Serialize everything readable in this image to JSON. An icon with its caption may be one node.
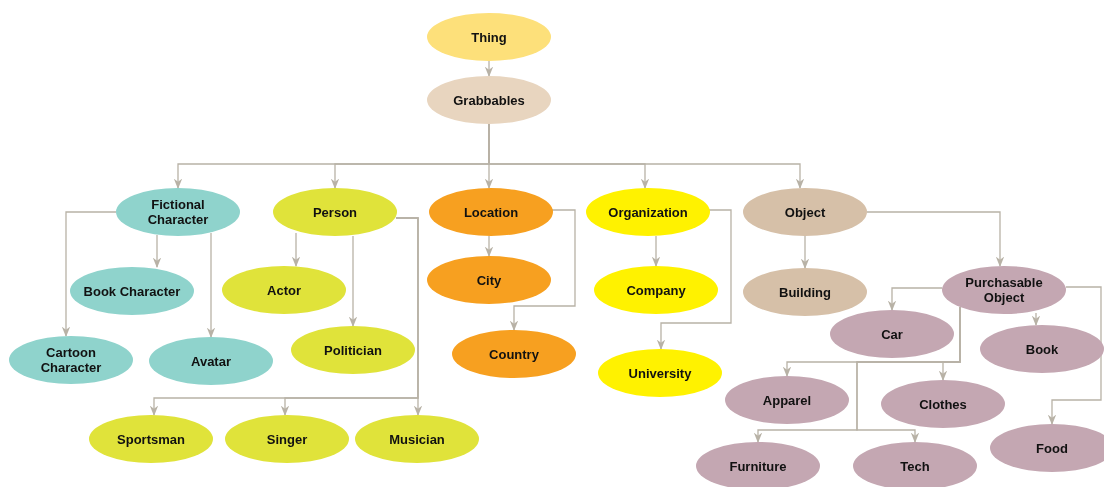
{
  "diagram": {
    "nodes": [
      {
        "text": [
          "Thing"
        ]
      },
      {
        "text": [
          "Grabbables"
        ]
      },
      {
        "text": [
          "Fictional Character"
        ]
      },
      {
        "text": [
          "Person"
        ]
      },
      {
        "text": [
          "Location"
        ]
      },
      {
        "text": [
          "Organization"
        ]
      },
      {
        "text": [
          "Object"
        ]
      },
      {
        "text": [
          "Book Character"
        ]
      },
      {
        "text": [
          "Cartoon Character"
        ]
      },
      {
        "text": [
          "Avatar"
        ]
      },
      {
        "text": [
          "Actor"
        ]
      },
      {
        "text": [
          "Politician"
        ]
      },
      {
        "text": [
          "Sportsman"
        ]
      },
      {
        "text": [
          "Singer"
        ]
      },
      {
        "text": [
          "Musician"
        ]
      },
      {
        "text": [
          "City"
        ]
      },
      {
        "text": [
          "Country"
        ]
      },
      {
        "text": [
          "Company"
        ]
      },
      {
        "text": [
          "University"
        ]
      },
      {
        "text": [
          "Building"
        ]
      },
      {
        "text": [
          "Purchasable Object"
        ]
      },
      {
        "text": [
          "Car"
        ]
      },
      {
        "text": [
          "Book"
        ]
      },
      {
        "text": [
          "Apparel"
        ]
      },
      {
        "text": [
          "Clothes"
        ]
      },
      {
        "text": [
          "Furniture"
        ]
      },
      {
        "text": [
          "Tech"
        ]
      },
      {
        "text": [
          "Food"
        ]
      }
    ],
    "edges": [
      {
        "from": 0,
        "to": 1,
        "arrow": "to"
      },
      {
        "from": 1,
        "to": 2,
        "arrow": "to"
      },
      {
        "from": 1,
        "to": 3,
        "arrow": "to"
      },
      {
        "from": 1,
        "to": 4,
        "arrow": "to"
      },
      {
        "from": 1,
        "to": 5,
        "arrow": "to"
      },
      {
        "from": 1,
        "to": 6,
        "arrow": "to"
      },
      {
        "from": 2,
        "to": 7,
        "arrow": "to"
      },
      {
        "from": 2,
        "to": 8,
        "arrow": "to"
      },
      {
        "from": 2,
        "to": 9,
        "arrow": "to"
      },
      {
        "from": 3,
        "to": 10,
        "arrow": "to"
      },
      {
        "from": 3,
        "to": 11,
        "arrow": "to"
      },
      {
        "from": 3,
        "to": 12,
        "arrow": "to"
      },
      {
        "from": 3,
        "to": 13,
        "arrow": "to"
      },
      {
        "from": 3,
        "to": 14,
        "arrow": "to"
      },
      {
        "from": 4,
        "to": 15,
        "arrow": "to"
      },
      {
        "from": 4,
        "to": 16,
        "arrow": "to"
      },
      {
        "from": 5,
        "to": 17,
        "arrow": "to"
      },
      {
        "from": 5,
        "to": 18,
        "arrow": "to"
      },
      {
        "from": 6,
        "to": 19,
        "arrow": "to"
      },
      {
        "from": 6,
        "to": 20,
        "arrow": "to"
      },
      {
        "from": 20,
        "to": 21,
        "arrow": "to"
      },
      {
        "from": 20,
        "to": 22,
        "arrow": "to"
      },
      {
        "from": 20,
        "to": 23,
        "arrow": "to"
      },
      {
        "from": 20,
        "to": 24,
        "arrow": "to"
      },
      {
        "from": 20,
        "to": 25,
        "arrow": "to"
      },
      {
        "from": 20,
        "to": 26,
        "arrow": "to"
      },
      {
        "from": 20,
        "to": 27,
        "arrow": "to"
      }
    ]
  }
}
